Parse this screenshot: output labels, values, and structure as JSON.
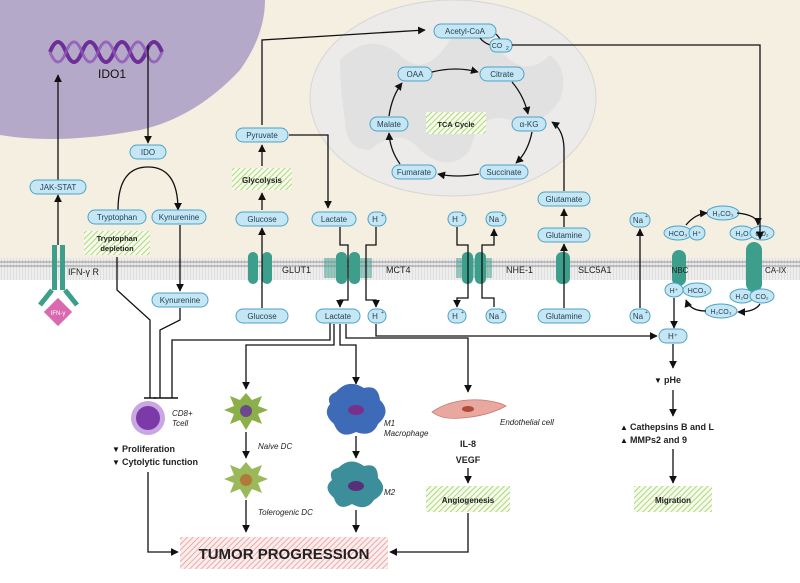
{
  "labels": {
    "ido1": "IDO1",
    "jak_stat": "JAK-STAT",
    "ifng_r": "IFN-γ R",
    "ifng": "IFN-γ",
    "ido": "IDO",
    "tryptophan": "Tryptophan",
    "tryp_depletion_1": "Tryptophan",
    "tryp_depletion_2": "depletion",
    "kynurenine_top": "Kynurenine",
    "kynurenine_bottom": "Kynurenine",
    "pyruvate": "Pyruvate",
    "glycolysis": "Glycolysis",
    "glucose_in": "Glucose",
    "glucose_out": "Glucose",
    "glut1": "GLUT1",
    "lactate_in": "Lactate",
    "lactate_out": "Lactate",
    "h_in_mct": "H",
    "h_out_mct": "H",
    "mct4": "MCT4",
    "h_in_nhe": "H",
    "na_in_nhe": "Na",
    "h_out_nhe": "H",
    "na_out_nhe": "Na",
    "nhe1": "NHE-1",
    "glutamate": "Glutamate",
    "glutamine_in": "Glutamine",
    "glutamine_out": "Glutamine",
    "slc5a1": "SLC5A1",
    "na_in_nbc": "Na",
    "na_out_nbc": "Na",
    "nbc": "NBC",
    "caix": "CA-IX",
    "acetyl_coa": "Acetyl-CoA",
    "co2_top": "CO",
    "oaa": "OAA",
    "citrate": "Citrate",
    "malate": "Malate",
    "tca_cycle": "TCA Cycle",
    "akg": "α-KG",
    "fumarate": "Fumarate",
    "succinate": "Succinate",
    "h2co3_a": "H₂CO₃",
    "hco3_a": "HCO₃",
    "h_a": "H⁺",
    "h2o_a": "H₂O",
    "co2_a": "CO₂",
    "h_b": "H⁺",
    "hco3_b": "HCO₃",
    "h2o_b": "H₂O",
    "co2_b": "CO₂",
    "h2co3_b": "H₂CO₃",
    "h_out_main": "H",
    "h_ecm": "H⁺",
    "phe": "pHe",
    "cathepsins": "Cathepsins B and L",
    "mmps": "MMPs2 and 9",
    "migration": "Migration",
    "cd8_1": "CD8+",
    "cd8_2": "Tcell",
    "proliferation": "Proliferation",
    "cytolytic": "Cytolytic function",
    "naive_dc": "Naive DC",
    "tolerogenic_dc": "Tolerogenic DC",
    "m1_1": "M1",
    "m1_2": "Macrophage",
    "m2": "M2",
    "endothelial": "Endothelial cell",
    "il8": "IL-8",
    "vegf": "VEGF",
    "angiogenesis": "Angiogenesis",
    "tumor_progression": "TUMOR PROGRESSION",
    "sup_plus": "+",
    "sub_2": "2"
  },
  "colors": {
    "cytoplasm": "#f4efe1",
    "nucleus": "#b5a9c9",
    "mitochondrion": "#ecebea",
    "membrane": "#c9c9c9",
    "pill_fill": "#c6e6f3",
    "pill_stroke": "#4aa3c7",
    "transporter": "#3d9e8c",
    "dna": "#6b2f96",
    "tcell": "#7c3aa8",
    "naive_dc": "#7a9b3a",
    "macrophage": "#3d6bb8",
    "m2": "#3b8e9a",
    "endothelial": "#e8a79f",
    "green_box": "#9ccf5a",
    "red_box": "#e07a7a"
  }
}
